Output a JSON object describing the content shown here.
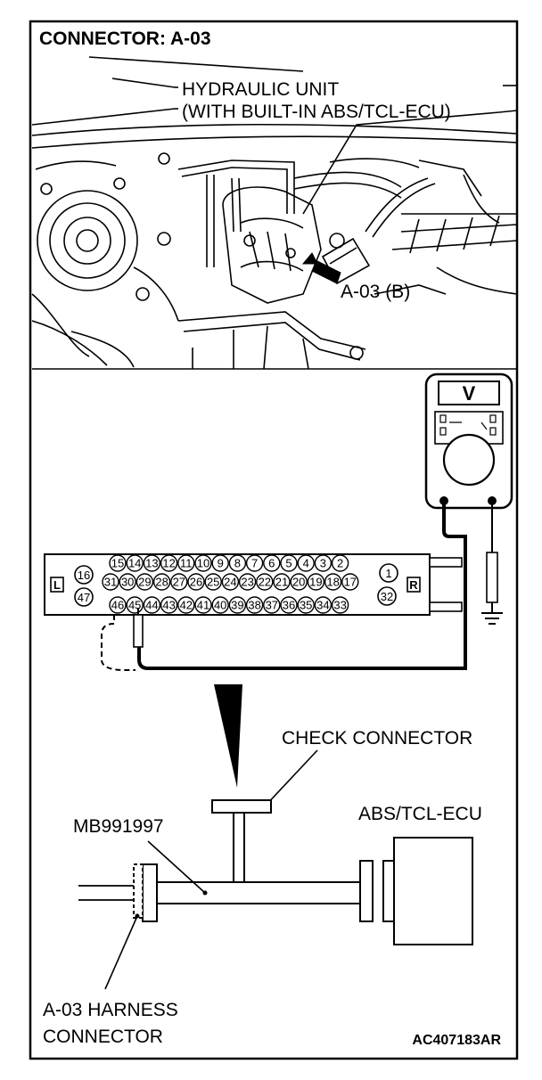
{
  "title": "CONNECTOR: A-03",
  "engine_bay": {
    "unit_label_line1": "HYDRAULIC UNIT",
    "unit_label_line2": "(WITH BUILT-IN ABS/TCL-ECU)",
    "connector_callout": "A-03 (B)"
  },
  "voltmeter": {
    "display_symbol": "V"
  },
  "connector": {
    "side_left": "L",
    "side_right": "R",
    "left_upper_pin": "16",
    "left_lower_pin": "47",
    "right_upper_pin": "1",
    "right_lower_pin": "32",
    "row1_pins": "15 14 13 12 11 10 9 8 7 6 5 4 3 2",
    "row2_pins": "31 30 29 28 27 26 25 24 23 22 21 20 19 18 17",
    "row3_pins": "46 45 44 43 42 41 40 39 38 37 36 35 34 33"
  },
  "harness": {
    "check_connector_label": "CHECK CONNECTOR",
    "tool_number_label": "MB991997",
    "ecu_label": "ABS/TCL-ECU",
    "harness_label_line1": "A-03 HARNESS",
    "harness_label_line2": "CONNECTOR"
  },
  "figure_code": "AC407183AR"
}
